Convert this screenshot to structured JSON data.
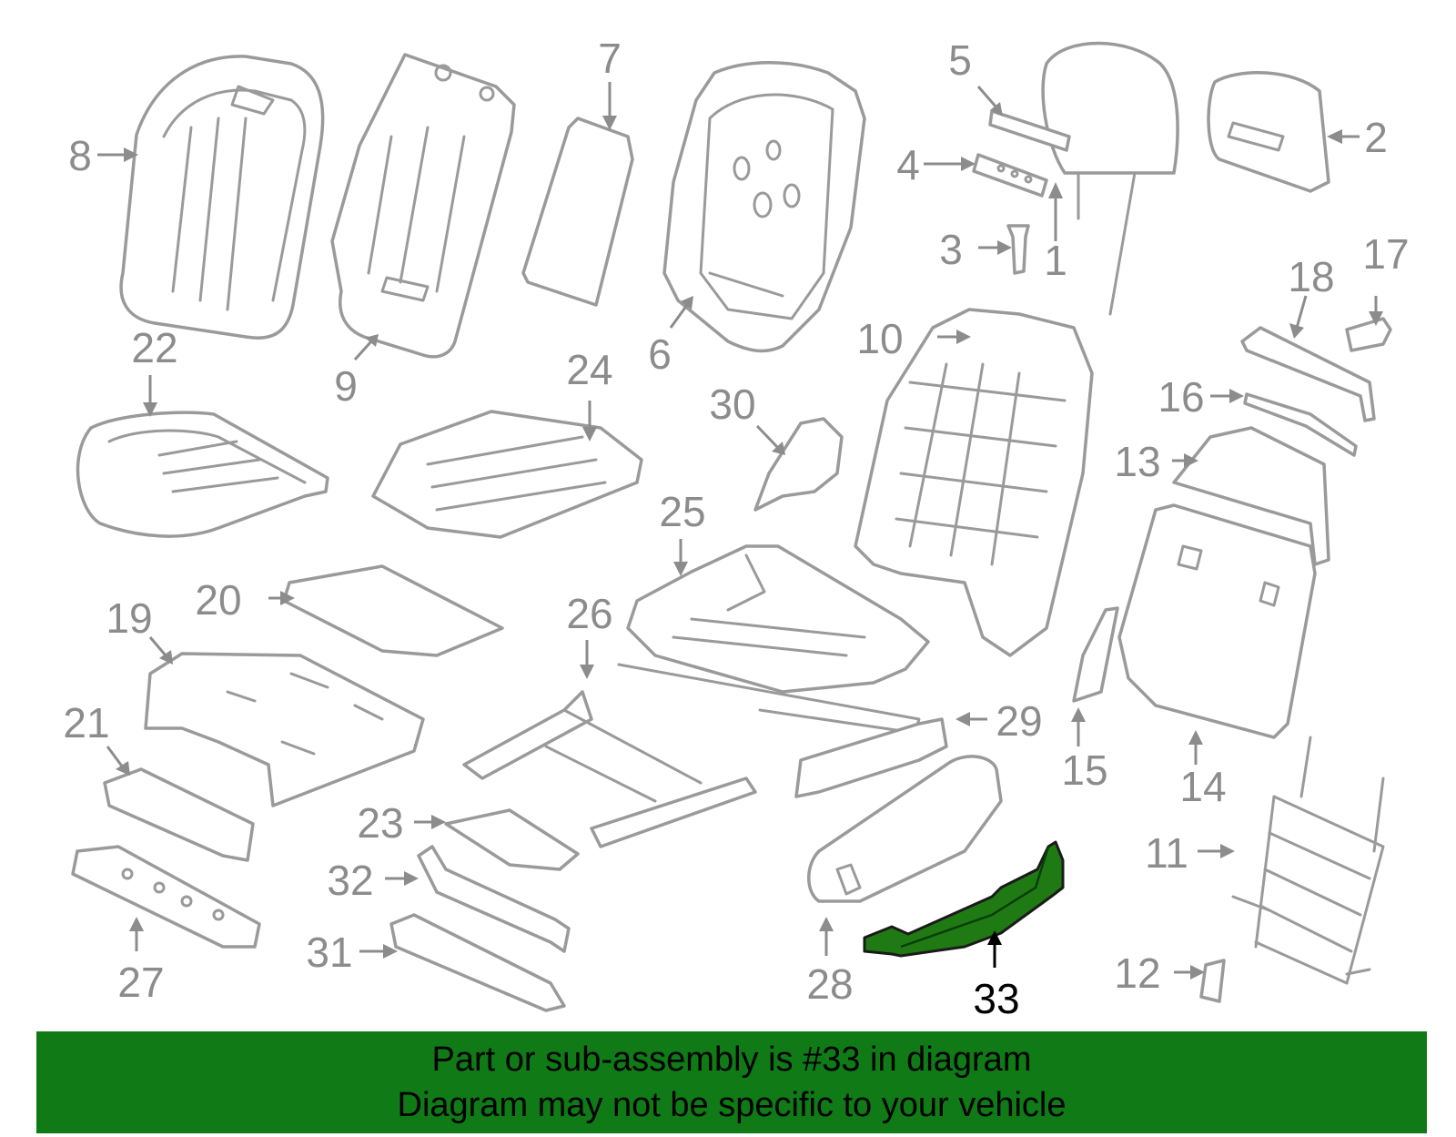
{
  "highlight_color": "#1f7a14",
  "banner_color": "#0f7a16",
  "callouts": [
    {
      "id": "1",
      "label": "1"
    },
    {
      "id": "2",
      "label": "2"
    },
    {
      "id": "3",
      "label": "3"
    },
    {
      "id": "4",
      "label": "4"
    },
    {
      "id": "5",
      "label": "5"
    },
    {
      "id": "6",
      "label": "6"
    },
    {
      "id": "7",
      "label": "7"
    },
    {
      "id": "8",
      "label": "8"
    },
    {
      "id": "9",
      "label": "9"
    },
    {
      "id": "10",
      "label": "10"
    },
    {
      "id": "11",
      "label": "11"
    },
    {
      "id": "12",
      "label": "12"
    },
    {
      "id": "13",
      "label": "13"
    },
    {
      "id": "14",
      "label": "14"
    },
    {
      "id": "15",
      "label": "15"
    },
    {
      "id": "16",
      "label": "16"
    },
    {
      "id": "17",
      "label": "17"
    },
    {
      "id": "18",
      "label": "18"
    },
    {
      "id": "19",
      "label": "19"
    },
    {
      "id": "20",
      "label": "20"
    },
    {
      "id": "21",
      "label": "21"
    },
    {
      "id": "22",
      "label": "22"
    },
    {
      "id": "23",
      "label": "23"
    },
    {
      "id": "24",
      "label": "24"
    },
    {
      "id": "25",
      "label": "25"
    },
    {
      "id": "26",
      "label": "26"
    },
    {
      "id": "27",
      "label": "27"
    },
    {
      "id": "28",
      "label": "28"
    },
    {
      "id": "29",
      "label": "29"
    },
    {
      "id": "30",
      "label": "30"
    },
    {
      "id": "31",
      "label": "31"
    },
    {
      "id": "32",
      "label": "32"
    },
    {
      "id": "33",
      "label": "33",
      "highlighted": true
    }
  ],
  "banner": {
    "line1": "Part or sub-assembly is #33 in diagram",
    "line2": "Diagram may not be specific to your vehicle"
  }
}
